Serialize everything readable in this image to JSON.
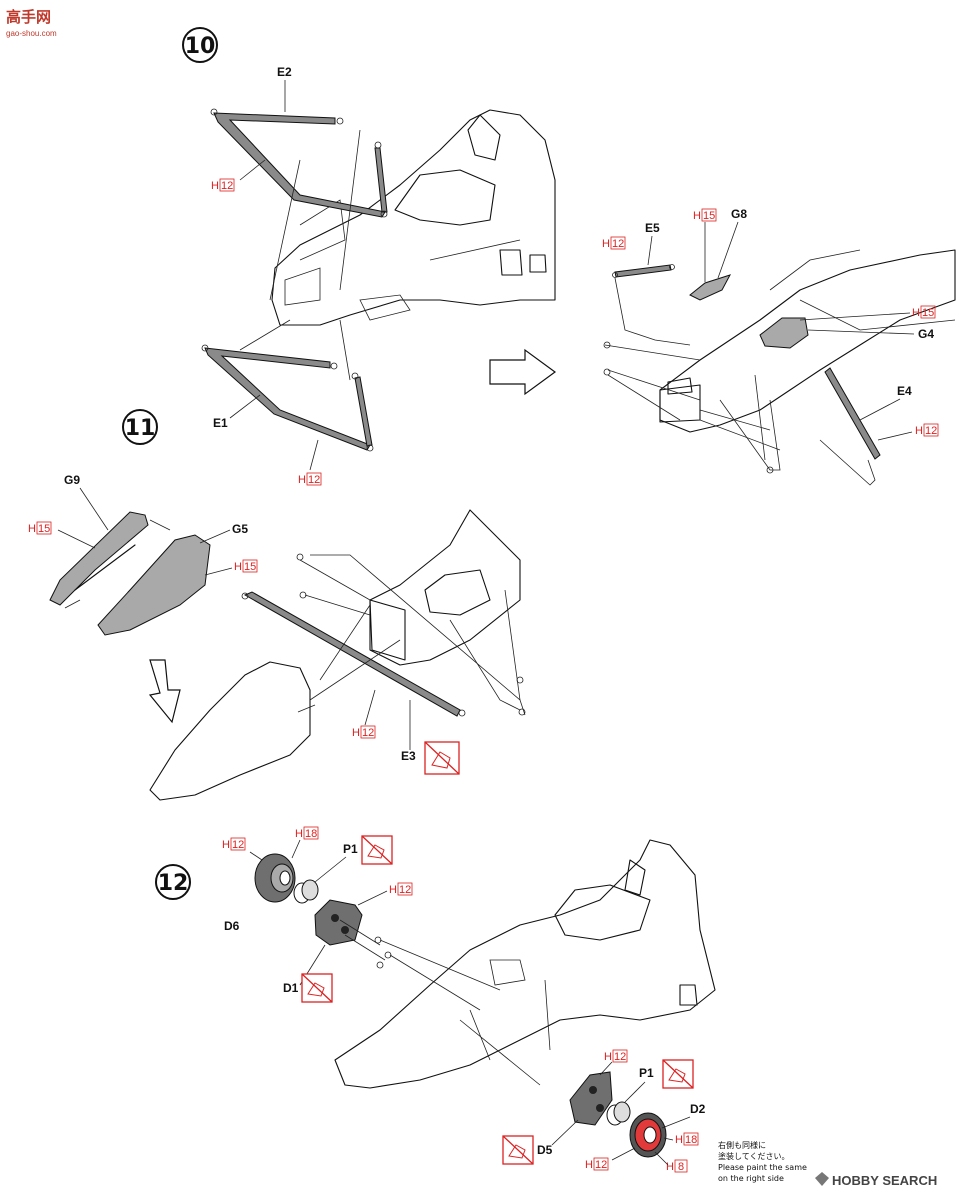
{
  "watermark": {
    "title": "高手网",
    "url": "gao-shou.com"
  },
  "steps": [
    "10",
    "11",
    "12"
  ],
  "parts": {
    "E2": "E2",
    "E1": "E1",
    "E5": "E5",
    "G8": "G8",
    "G4": "G4",
    "E4": "E4",
    "G9": "G9",
    "G5": "G5",
    "E3": "E3",
    "P1": "P1",
    "D6": "D6",
    "D1": "D1",
    "D5": "D5",
    "D2": "D2"
  },
  "paint": {
    "h": "H",
    "c12": "12",
    "c15": "15",
    "c18": "18",
    "c8": "8"
  },
  "note": {
    "jp1": "右側も同様に",
    "jp2": "塗装してください。",
    "en1": "Please paint the same",
    "en2": "on the right side"
  },
  "footer": {
    "brand": "HOBBY SEARCH"
  },
  "colors": {
    "paint_code": "#dd2222",
    "disc": "#e23a3a"
  }
}
